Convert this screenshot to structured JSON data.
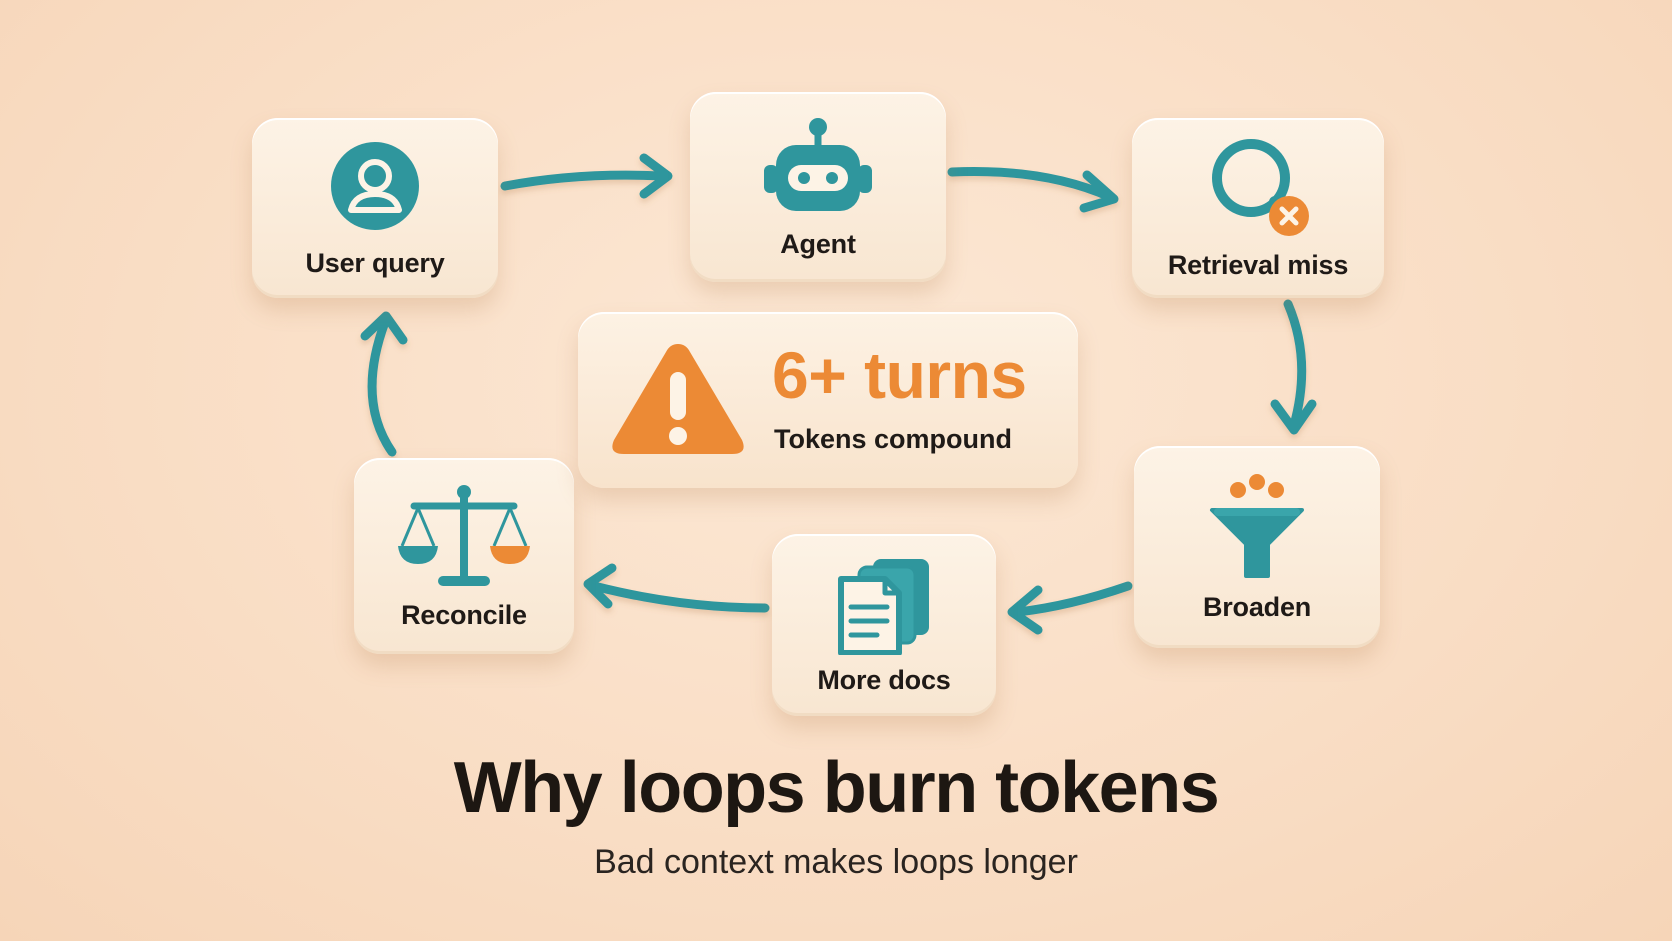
{
  "nodes": {
    "user_query": {
      "label": "User query",
      "icon": "user-icon"
    },
    "agent": {
      "label": "Agent",
      "icon": "robot-icon"
    },
    "retrieval_miss": {
      "label": "Retrieval miss",
      "icon": "search-miss-icon"
    },
    "broaden": {
      "label": "Broaden",
      "icon": "funnel-icon"
    },
    "more_docs": {
      "label": "More docs",
      "icon": "documents-icon"
    },
    "reconcile": {
      "label": "Reconcile",
      "icon": "balance-scale-icon"
    }
  },
  "center": {
    "headline": "6+ turns",
    "caption": "Tokens compound",
    "icon": "warning-icon"
  },
  "title": "Why loops burn tokens",
  "subtitle": "Bad context makes loops longer",
  "colors": {
    "teal": "#2f969d",
    "orange": "#ec8a35",
    "background": "#f9ddc4",
    "card": "#fbeddc",
    "text": "#1f1a17"
  }
}
